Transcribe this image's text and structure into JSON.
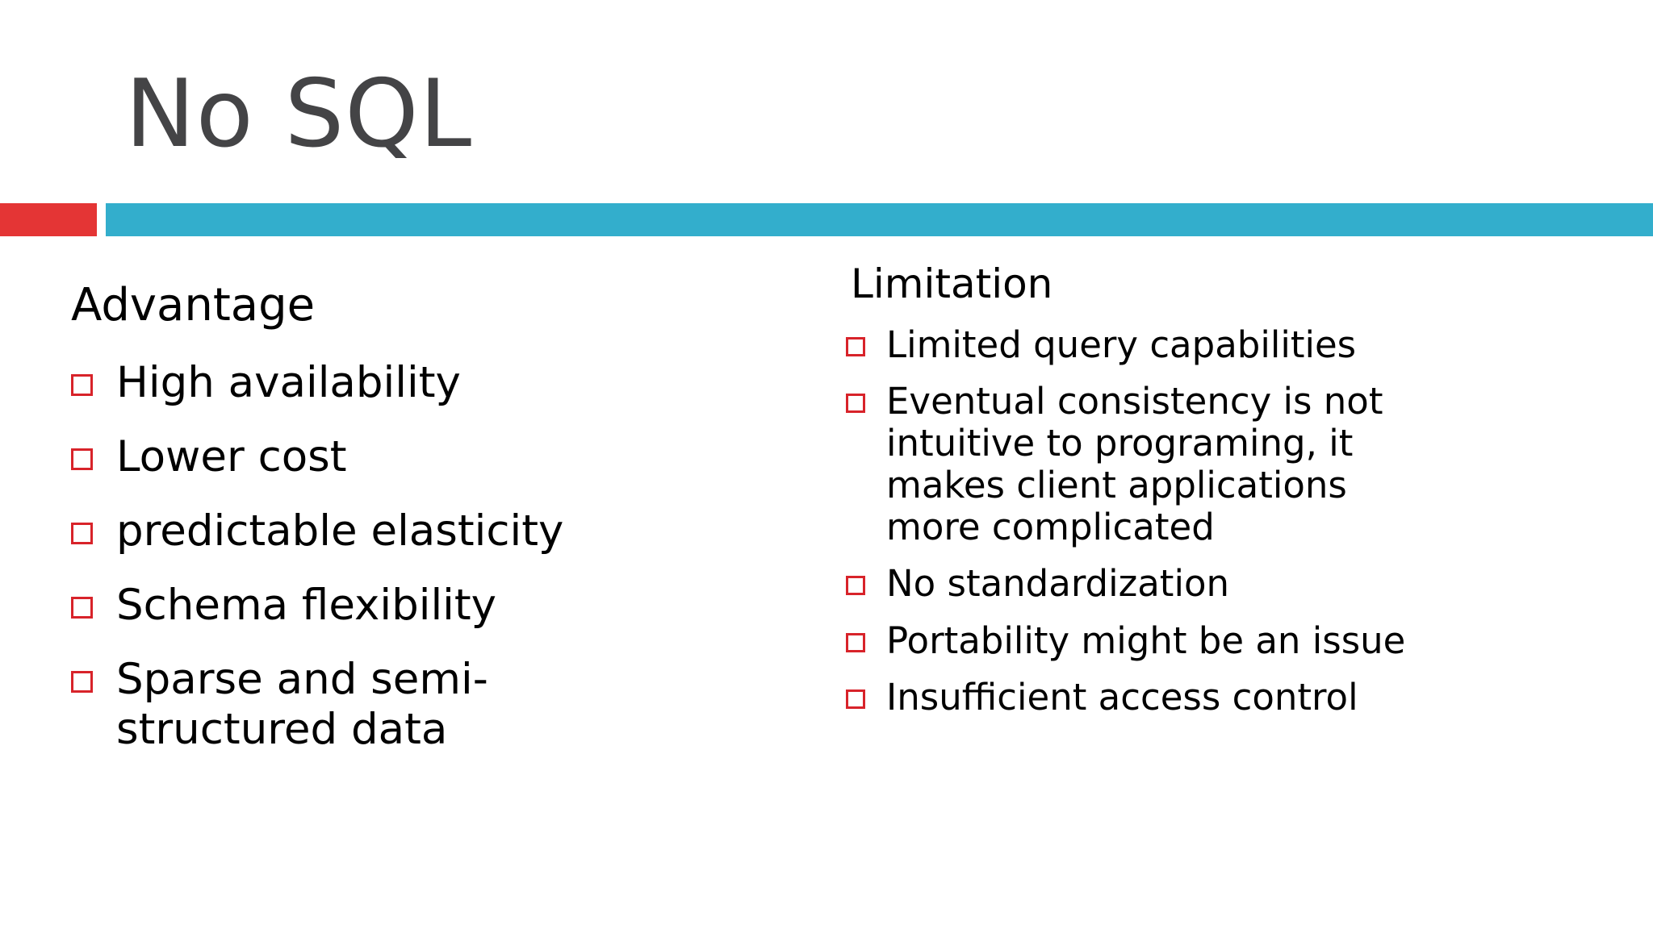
{
  "slide": {
    "title": "No SQL",
    "title_color": "#444446",
    "background_color": "#ffffff",
    "accent_red": "#e43535",
    "accent_blue": "#33aecc",
    "bullet_color": "#d8232a"
  },
  "left_column": {
    "header": "Advantage",
    "items": [
      "High availability",
      "Lower cost",
      "predictable elasticity",
      "Schema flexibility",
      "Sparse and semi-structured data"
    ]
  },
  "right_column": {
    "header": "Limitation",
    "items": [
      "Limited query capabilities",
      "Eventual consistency is not intuitive to programing, it makes client applications more complicated",
      "No standardization",
      "Portability might be an issue",
      "Insufficient access control"
    ]
  }
}
